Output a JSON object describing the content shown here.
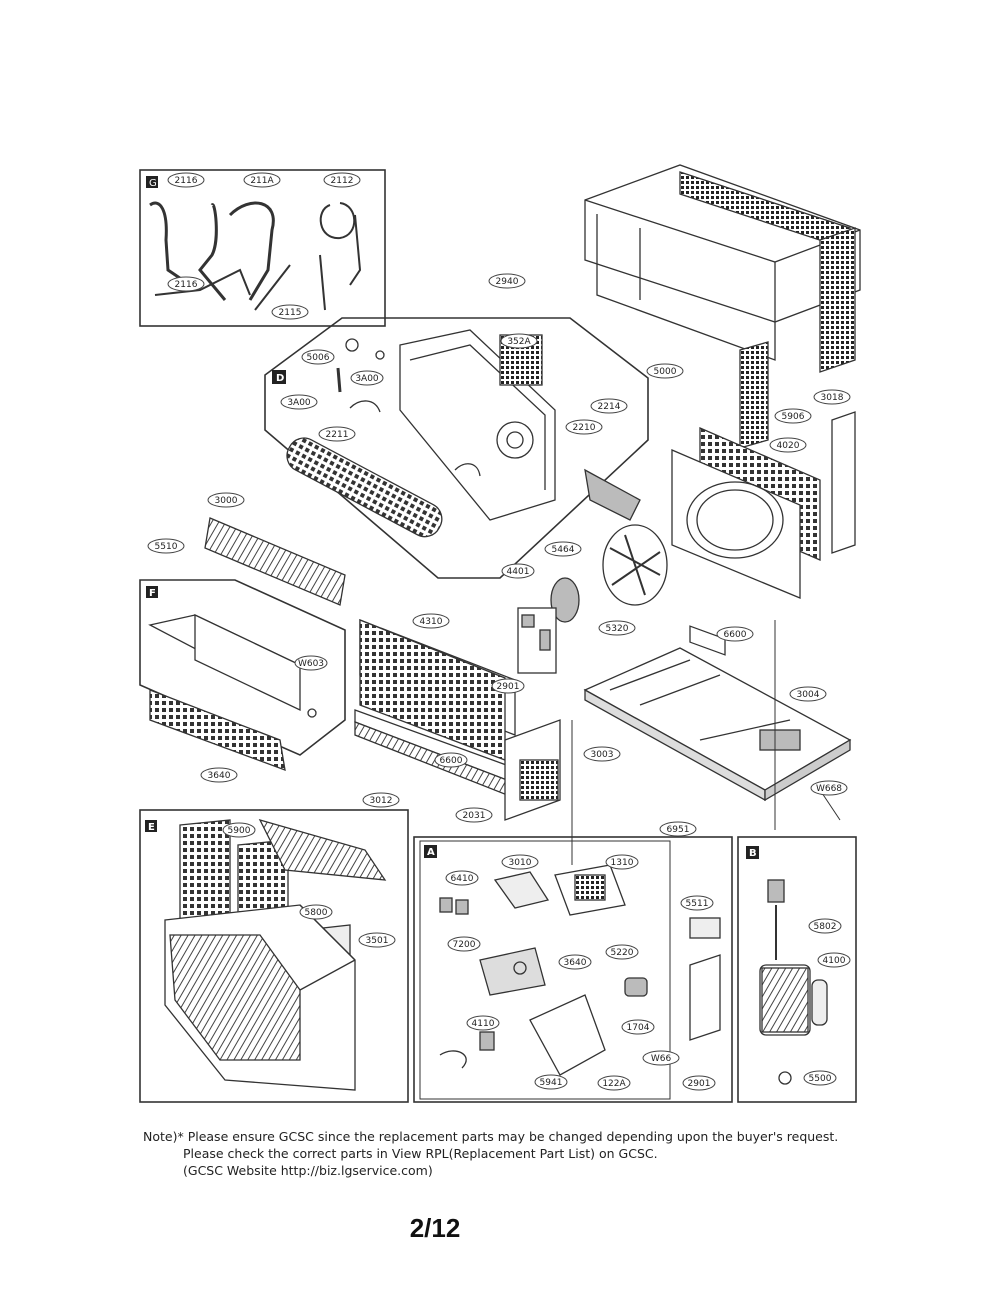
{
  "sections": {
    "G": {
      "letter": "G",
      "callouts": [
        "2116",
        "211A",
        "2112",
        "2116",
        "2115"
      ]
    },
    "D": {
      "letter": "D",
      "callouts": [
        "2940",
        "5006",
        "3A00",
        "3A00",
        "352A",
        "2211",
        "3000",
        "2214",
        "2210"
      ]
    },
    "F": {
      "letter": "F",
      "callouts": [
        "W603",
        "3640"
      ]
    },
    "E": {
      "letter": "E",
      "callouts": [
        "3012",
        "5900",
        "5800",
        "3501"
      ]
    },
    "A": {
      "letter": "A",
      "callouts": [
        "6951",
        "6410",
        "3010",
        "1310",
        "5511",
        "7200",
        "3640",
        "5220",
        "4110",
        "1704",
        "W66",
        "5941",
        "122A",
        "2901"
      ]
    },
    "B": {
      "letter": "B",
      "callouts": [
        "5802",
        "4100",
        "5500"
      ]
    },
    "main": {
      "callouts": [
        "2940",
        "5000",
        "3018",
        "5906",
        "4020",
        "3000",
        "5510",
        "5464",
        "4401",
        "5320",
        "6600",
        "4310",
        "2901",
        "3004",
        "3003",
        "6600",
        "2031",
        "W668"
      ]
    }
  },
  "note": {
    "line1": "Note)* Please ensure GCSC since the replacement parts may be changed depending upon the buyer's request.",
    "line2": "Please check  the correct parts in View RPL(Replacement Part List) on GCSC.",
    "line3": "(GCSC Website  http://biz.lgservice.com)"
  },
  "page_number": "2/12"
}
